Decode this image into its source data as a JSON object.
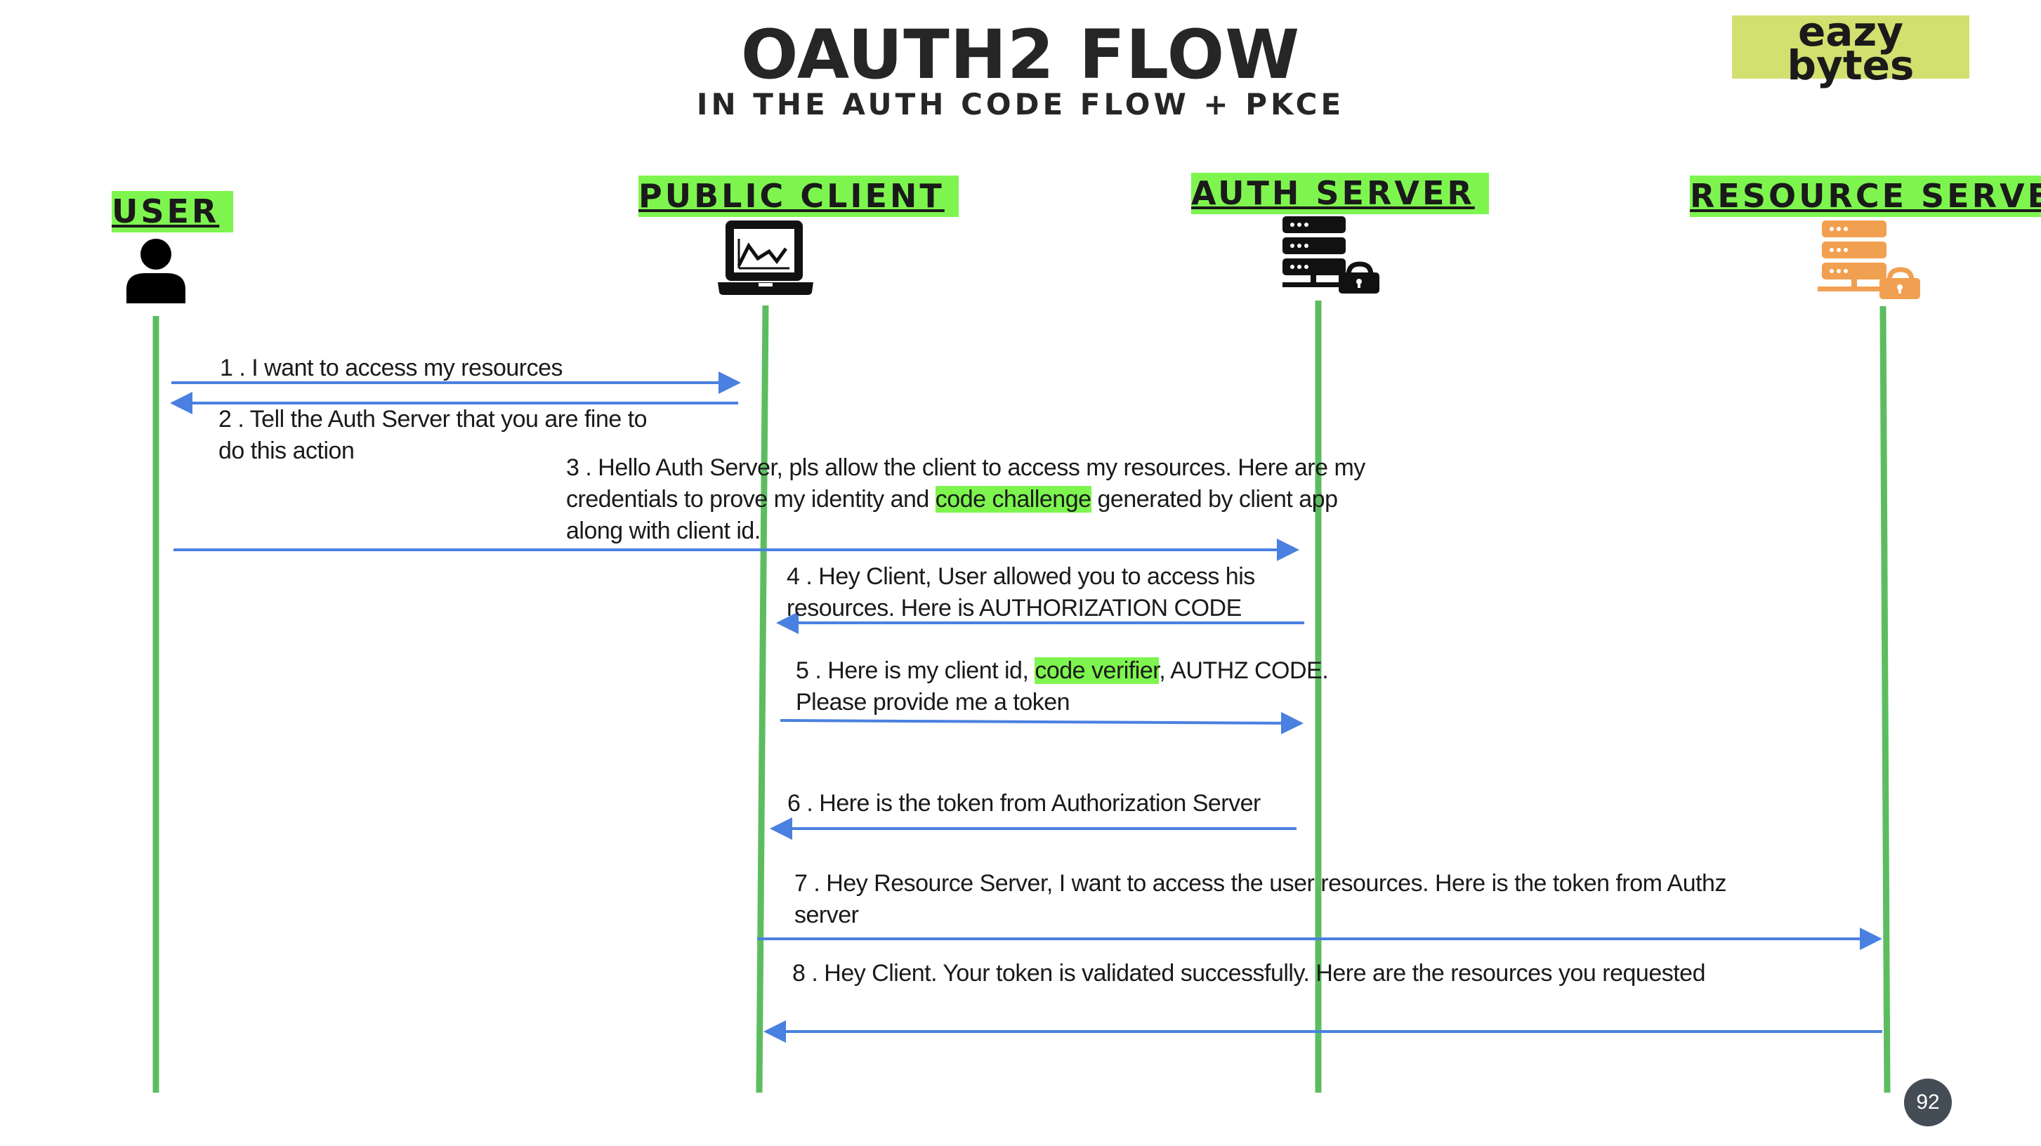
{
  "title": "OAUTH2 FLOW",
  "subtitle": "IN THE AUTH CODE FLOW + PKCE",
  "logo": {
    "line1": "eazy",
    "line2": "bytes",
    "color": "#d2e06f"
  },
  "colors": {
    "lifeline": "#5cbd60",
    "arrow": "#4a80e0",
    "highlight": "#7ef54f",
    "resource_icon": "#f0a050"
  },
  "actors": [
    {
      "label": "USER",
      "icon": "user-icon"
    },
    {
      "label": "PUBLIC CLIENT",
      "icon": "laptop-chart-icon"
    },
    {
      "label": "AUTH SERVER",
      "icon": "server-lock-icon"
    },
    {
      "label": "RESOURCE SERVER",
      "icon": "server-lock-icon"
    }
  ],
  "messages": [
    {
      "num": "1",
      "from": "USER",
      "to": "PUBLIC CLIENT",
      "text": "I want to access my resources"
    },
    {
      "num": "2",
      "from": "PUBLIC CLIENT",
      "to": "USER",
      "text": "Tell the Auth Server that you are fine to do this action"
    },
    {
      "num": "3",
      "from": "USER",
      "to": "AUTH SERVER",
      "pre": "Hello Auth Server, pls allow the client to access my resources. Here are my credentials to prove my identity and",
      "highlight": "code challenge",
      "post": "generated by client app along with client id."
    },
    {
      "num": "4",
      "from": "AUTH SERVER",
      "to": "PUBLIC CLIENT",
      "text": "Hey Client, User allowed you to access his resources. Here is AUTHORIZATION CODE"
    },
    {
      "num": "5",
      "from": "PUBLIC CLIENT",
      "to": "AUTH SERVER",
      "pre": "Here is my client id,",
      "highlight": "code verifier",
      "post": ", AUTHZ CODE. Please provide me a token"
    },
    {
      "num": "6",
      "from": "AUTH SERVER",
      "to": "PUBLIC CLIENT",
      "text": "Here is the token from Authorization Server"
    },
    {
      "num": "7",
      "from": "PUBLIC CLIENT",
      "to": "RESOURCE SERVER",
      "text": "Hey Resource Server,  I want to access the user resources. Here is the token from Authz server"
    },
    {
      "num": "8",
      "from": "RESOURCE SERVER",
      "to": "PUBLIC CLIENT",
      "text": "Hey Client. Your token is validated successfully. Here are the resources you requested"
    }
  ],
  "page_number": "92"
}
